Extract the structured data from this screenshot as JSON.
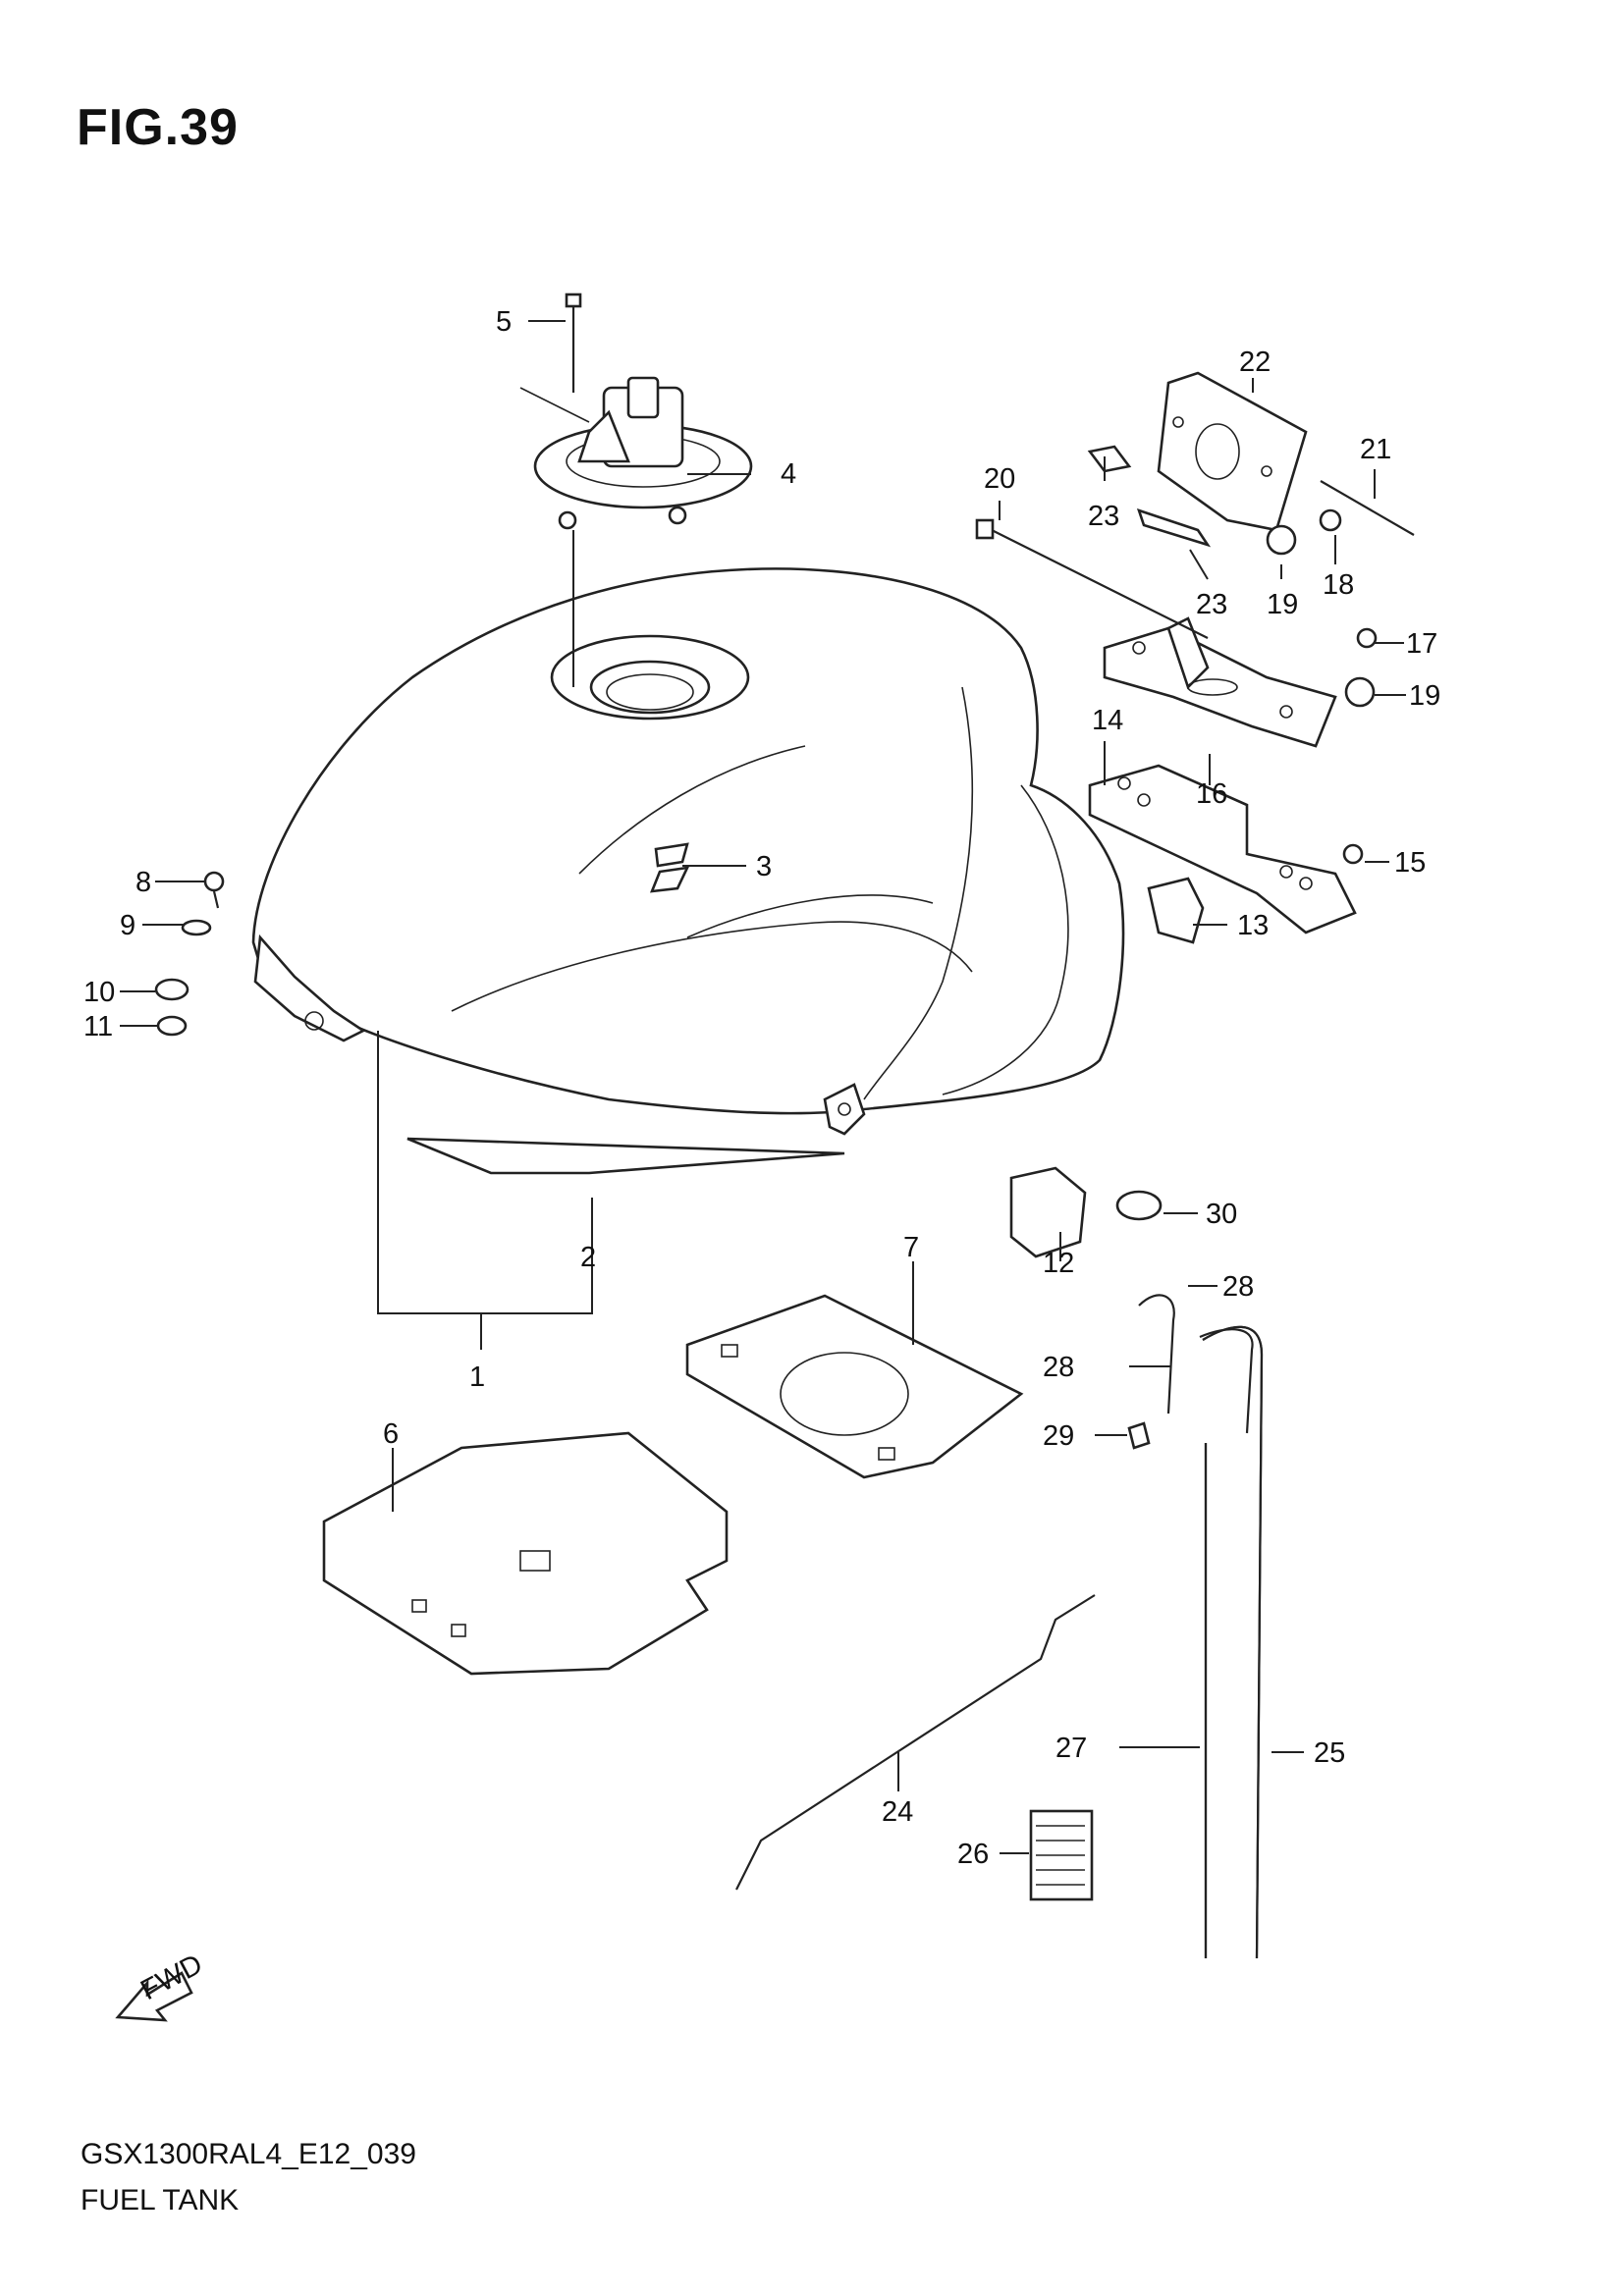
{
  "figure": {
    "title": "FIG.39"
  },
  "footer": {
    "code": "GSX1300RAL4_E12_039",
    "name": "FUEL TANK"
  },
  "fwd_arrow": {
    "label": "FWD"
  },
  "callouts": {
    "c1": "1",
    "c2": "2",
    "c3": "3",
    "c4": "4",
    "c5": "5",
    "c6": "6",
    "c7": "7",
    "c8": "8",
    "c9": "9",
    "c10": "10",
    "c11": "11",
    "c12": "12",
    "c13": "13",
    "c14": "14",
    "c15": "15",
    "c16": "16",
    "c17a": "17",
    "c18": "18",
    "c19a": "19",
    "c19b": "19",
    "c20": "20",
    "c21": "21",
    "c22": "22",
    "c23a": "23",
    "c23b": "23",
    "c24": "24",
    "c25": "25",
    "c26": "26",
    "c27": "27",
    "c28a": "28",
    "c28b": "28",
    "c29": "29",
    "c30": "30"
  }
}
